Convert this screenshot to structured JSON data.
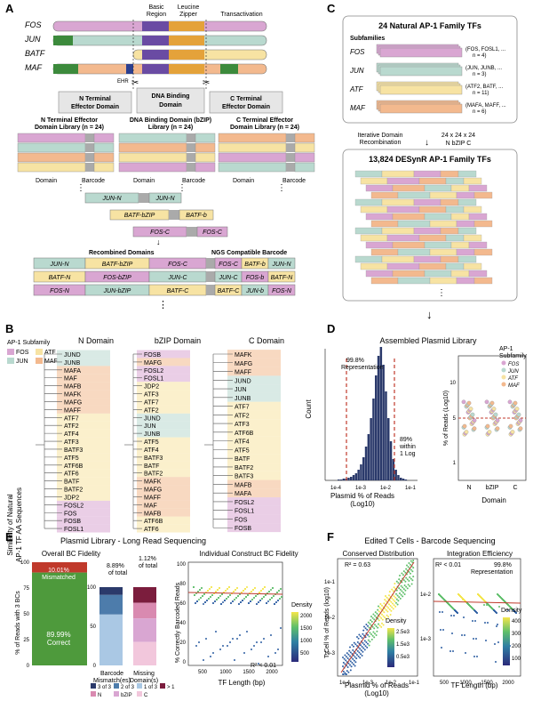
{
  "panels": {
    "a": "A",
    "b": "B",
    "c": "C",
    "d": "D",
    "e": "E",
    "f": "F"
  },
  "colors": {
    "fos": "#d9a6d2",
    "jun": "#b9d9cf",
    "atf": "#f7e3a3",
    "maf": "#f3b98e",
    "basic": "#6a4ba3",
    "zipper": "#e4a23a",
    "trans": "#3c8a3c",
    "mafBlue": "#2c3f8f",
    "green": "#4e9a3c",
    "red": "#c0392b",
    "pink": "#d98ab0",
    "navy": "#2b3a6b"
  },
  "A": {
    "header_basic": "Basic\nRegion",
    "header_basic_1": "Basic",
    "header_basic_2": "Region",
    "header_zipper_1": "Leucine",
    "header_zipper_2": "Zipper",
    "header_trans": "Transactivation",
    "tfs": [
      "FOS",
      "JUN",
      "BATF",
      "MAF"
    ],
    "ehr": "EHR",
    "n_domain": "N Terminal\nEffector Domain",
    "n_domain_1": "N Terminal",
    "n_domain_2": "Effector Domain",
    "dbd_1": "DNA Binding",
    "dbd_2": "Domain",
    "c_domain_1": "C Terminal",
    "c_domain_2": "Effector Domain",
    "lib_n_1": "N Terminal Effector",
    "lib_n_2": "Domain Library (n = 24)",
    "lib_b_1": "DNA Binding Domain (bZIP)",
    "lib_b_2": "Library (n = 24)",
    "lib_c_1": "C Terminal Effector",
    "lib_c_2": "Domain Library (n = 24)",
    "domain": "Domain",
    "barcode": "Barcode",
    "jun_n": "JUN-N",
    "batf_bzip": "BATF-bZIP",
    "batf_b": "BATF-b",
    "fos_c": "FOS-C",
    "recombined": "Recombined Domains",
    "ngs": "NGS Compatible Barcode",
    "rows": [
      [
        "JUN-N",
        "BATF-bZIP",
        "FOS-C",
        "FOS-C",
        "BATF-b",
        "JUN-N"
      ],
      [
        "BATF-N",
        "FOS-bZIP",
        "JUN-C",
        "JUN-C",
        "FOS-b",
        "BATF-N"
      ],
      [
        "FOS-N",
        "JUN-bZIP",
        "BATF-C",
        "BATF-C",
        "JUN-b",
        "FOS-N"
      ]
    ]
  },
  "B": {
    "legend_title": "AP-1 Subfamily",
    "legend": [
      "FOS",
      "ATF",
      "JUN",
      "MAF"
    ],
    "ylabel_1": "Similarity of Natural",
    "ylabel_2": "AP-1 TF AA Sequences",
    "n_title": "N Domain",
    "b_title": "bZIP Domain",
    "c_title": "C Domain",
    "n_leaves": [
      "JUND",
      "JUNB",
      "MAFA",
      "MAF",
      "MAFB",
      "MAFK",
      "MAFG",
      "MAFF",
      "ATF7",
      "ATF2",
      "ATF4",
      "ATF3",
      "BATF3",
      "ATF5",
      "ATF6B",
      "ATF6",
      "BATF",
      "BATF2",
      "JDP2",
      "FOSL2",
      "FOS",
      "FOSB",
      "FOSL1"
    ],
    "b_leaves": [
      "FOSB",
      "MAFG",
      "FOSL2",
      "FOSL1",
      "JDP2",
      "ATF3",
      "ATF7",
      "ATF2",
      "JUND",
      "JUN",
      "JUNB",
      "ATF5",
      "ATF4",
      "BATF3",
      "BATF",
      "BATF2",
      "MAFK",
      "MAFG",
      "MAFF",
      "MAF",
      "MAFB",
      "ATF6B",
      "ATF6"
    ],
    "c_leaves": [
      "MAFK",
      "MAFG",
      "MAFF",
      "JUND",
      "JUN",
      "JUNB",
      "ATF7",
      "ATF2",
      "ATF3",
      "ATF6B",
      "ATF4",
      "ATF5",
      "BATF",
      "BATF2",
      "BATF3",
      "MAFB",
      "MAFA",
      "FOSL2",
      "FOSL1",
      "FOS",
      "FOSB"
    ]
  },
  "C": {
    "natural_title": "24 Natural AP-1 Family TFs",
    "subfamilies": "Subfamilies",
    "rows": [
      {
        "name": "FOS",
        "members": "(FOS, FOSL1, ...",
        "n": "n = 4)"
      },
      {
        "name": "JUN",
        "members": "(JUN, JUNB, ...",
        "n": "n = 3)"
      },
      {
        "name": "ATF",
        "members": "(ATF2, BATF, ...",
        "n": "n = 11)"
      },
      {
        "name": "MAF",
        "members": "(MAFA, MAFF, ...",
        "n": "n = 6)"
      }
    ],
    "iter_1": "Iterative Domain",
    "iter_2": "Recombination",
    "mult": "24 x 24 x 24",
    "nbc": "N  bZIP  C",
    "desynr_title": "13,824 DESynR AP-1 Family TFs"
  },
  "D": {
    "title": "Assembled Plasmid Library",
    "rep_pct": "99.8%",
    "rep_label": "Representation",
    "within_1": "89%",
    "within_2": "within",
    "within_3": "1 Log",
    "ylabel": "Count",
    "xlabel_1": "Plasmid % of Reads",
    "xlabel_2": "(Log10)",
    "x_ticks": [
      "1e-4",
      "1e-3",
      "1e-2",
      "1e-1"
    ],
    "legend_title_1": "AP-1",
    "legend_title_2": "Subfamily",
    "legend": [
      "FOS",
      "JUN",
      "ATF",
      "MAF"
    ],
    "strip_ylabel": "% of Reads (Log10)",
    "strip_y_ticks": [
      "10",
      "5",
      "1"
    ],
    "strip_x": [
      "N",
      "bZIP",
      "C"
    ],
    "strip_xlabel": "Domain"
  },
  "E": {
    "title": "Plasmid Library - Long Read Sequencing",
    "sub1": "Overall BC Fidelity",
    "sub2": "Individual Construct BC Fidelity",
    "mismatched_pct": "10.01%",
    "mismatched": "Mismatched",
    "correct_pct": "89.99%",
    "correct": "Correct",
    "ylabel": "% of Reads with 3 BCs",
    "y_ticks": [
      "100",
      "75",
      "50",
      "25",
      "0"
    ],
    "inset_y_ticks": [
      "100",
      "50",
      "0"
    ],
    "pct_a": "8.89%",
    "pct_a_sub": "of total",
    "pct_b": "1.12%",
    "pct_b_sub": "of total",
    "xlab_a_1": "Barcode",
    "xlab_a_2": "Mismatch(es)",
    "xlab_b_1": "Missing",
    "xlab_b_2": "Domain(s)",
    "legend": [
      "3 of 3",
      "2 of 3",
      "1 of 3",
      "> 1",
      "N",
      "bZIP",
      "C"
    ],
    "scatter_ylabel": "% Correctly Barcoded Reads",
    "scatter_xlabel": "TF Length (bp)",
    "scatter_x_ticks": [
      "500",
      "1000",
      "1500",
      "2000"
    ],
    "scatter_y_ticks": [
      "100",
      "80",
      "60",
      "40",
      "20",
      "0"
    ],
    "r2": "R² < 0.01",
    "density": "Density",
    "density_ticks": [
      "2000",
      "1500",
      "1000",
      "500"
    ]
  },
  "F": {
    "title": "Edited T Cells - Barcode Sequencing",
    "sub1": "Conserved Distribution",
    "sub2": "Integration Efficiency",
    "r2_a": "R² = 0.63",
    "r2_b": "R² < 0.01",
    "rep_pct": "99.8%",
    "rep_label": "Representation",
    "ylabel_1": "T Cell % of Reads (log10)",
    "xlabel_a_1": "Plasmid % of Reads",
    "xlabel_a_2": "(Log10)",
    "xlabel_b": "TF Length (bp)",
    "x_ticks_a": [
      "1e-4",
      "1e-3",
      "1e-2",
      "1e-1"
    ],
    "y_ticks": [
      "1e-1",
      "1e-2",
      "1e-3"
    ],
    "y_ticks_b": [
      "1e-2",
      "1e-3"
    ],
    "x_ticks_b": [
      "500",
      "1000",
      "1500",
      "2000"
    ],
    "density_a": "Density",
    "density_a_ticks": [
      "2.5e3",
      "1.5e3",
      "0.5e3"
    ],
    "density_b": "Density",
    "density_b_ticks": [
      "400",
      "300",
      "200",
      "100"
    ]
  }
}
